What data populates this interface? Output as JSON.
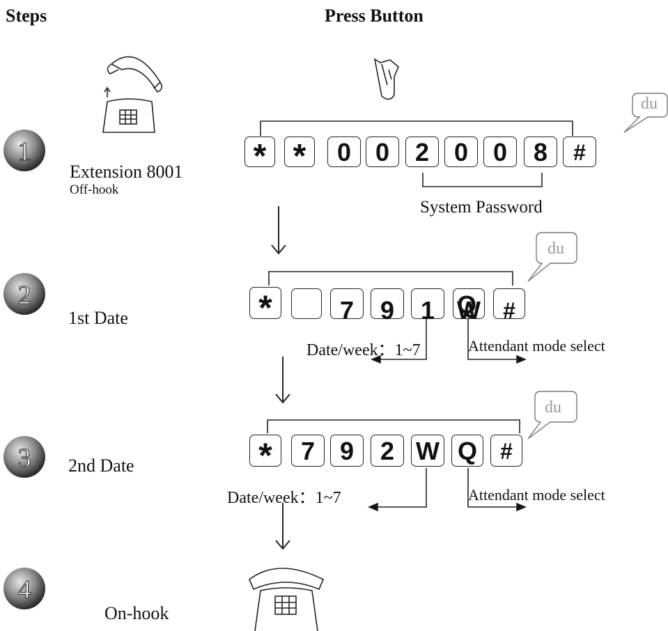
{
  "headers": {
    "steps": "Steps",
    "press_button": "Press Button"
  },
  "steps": [
    {
      "num": "1",
      "label": "Extension 8001",
      "sublabel": "Off-hook"
    },
    {
      "num": "2",
      "label": "1st Date"
    },
    {
      "num": "3",
      "label": "2nd Date"
    },
    {
      "num": "4",
      "label": "On-hook"
    }
  ],
  "row1": {
    "keys": [
      "*",
      "*",
      "0",
      "0",
      "2",
      "0",
      "0",
      "8",
      "#"
    ],
    "password_label": "System Password",
    "bubble": "du"
  },
  "row2": {
    "keys": [
      "*",
      "",
      "7",
      "9",
      "1",
      "W",
      "Q",
      "#"
    ],
    "date_week_note": "Date/week：1~7",
    "attendant_note": "Attendant mode select",
    "bubble": "du"
  },
  "row3": {
    "keys": [
      "*",
      "7",
      "9",
      "2",
      "W",
      "Q",
      "#"
    ],
    "date_week_note": "Date/week：1~7",
    "attendant_note": "Attendant mode select",
    "bubble": "du"
  }
}
